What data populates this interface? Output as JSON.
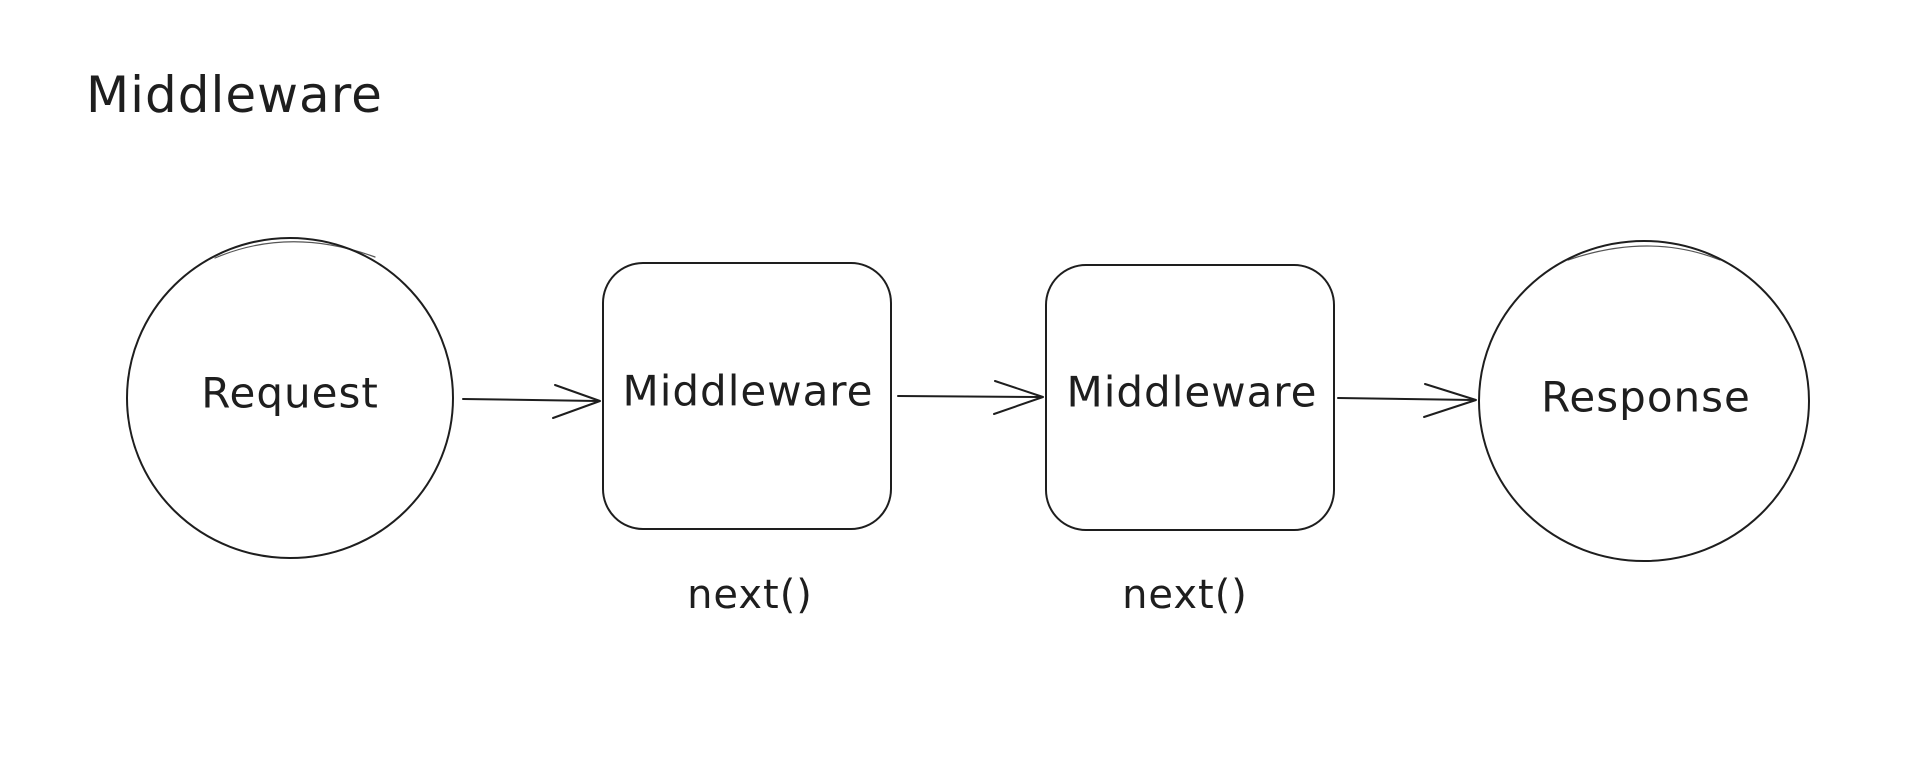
{
  "diagram": {
    "title": "Middleware",
    "nodes": [
      {
        "id": "request",
        "shape": "circle",
        "label": "Request"
      },
      {
        "id": "middleware-1",
        "shape": "rounded-rect",
        "label": "Middleware",
        "caption": "next()"
      },
      {
        "id": "middleware-2",
        "shape": "rounded-rect",
        "label": "Middleware",
        "caption": "next()"
      },
      {
        "id": "response",
        "shape": "circle",
        "label": "Response"
      }
    ],
    "edges": [
      {
        "from": "request",
        "to": "middleware-1"
      },
      {
        "from": "middleware-1",
        "to": "middleware-2"
      },
      {
        "from": "middleware-2",
        "to": "response"
      }
    ],
    "stroke_color": "#1e1e1e",
    "background_color": "#ffffff"
  }
}
